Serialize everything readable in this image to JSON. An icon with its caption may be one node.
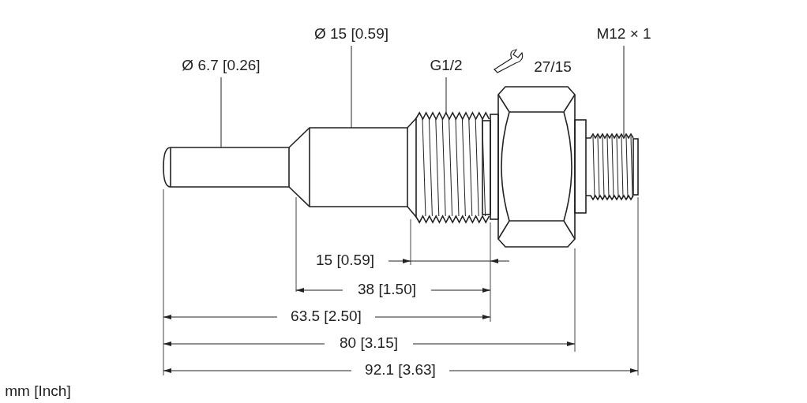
{
  "diagram": {
    "nodes": [
      {
        "text": [
          "Ø 6.7 [0.26]"
        ]
      },
      {
        "text": [
          "Ø 15 [0.59]"
        ]
      },
      {
        "text": [
          "G1/2"
        ]
      },
      {
        "text": [
          "M12 × 1"
        ]
      }
    ],
    "edges": [
      {
        "from": 0,
        "to": null,
        "arrow": "none"
      },
      {
        "from": 1,
        "to": null,
        "arrow": "none"
      },
      {
        "from": 2,
        "to": null,
        "arrow": "none"
      },
      {
        "from": 3,
        "to": null,
        "arrow": "none"
      }
    ],
    "labels": [
      "27/15",
      "15 [0.59]",
      "38 [1.50]",
      "63.5 [2.50]",
      "80 [3.15]",
      "92.1 [3.63]",
      "mm [Inch]"
    ]
  }
}
